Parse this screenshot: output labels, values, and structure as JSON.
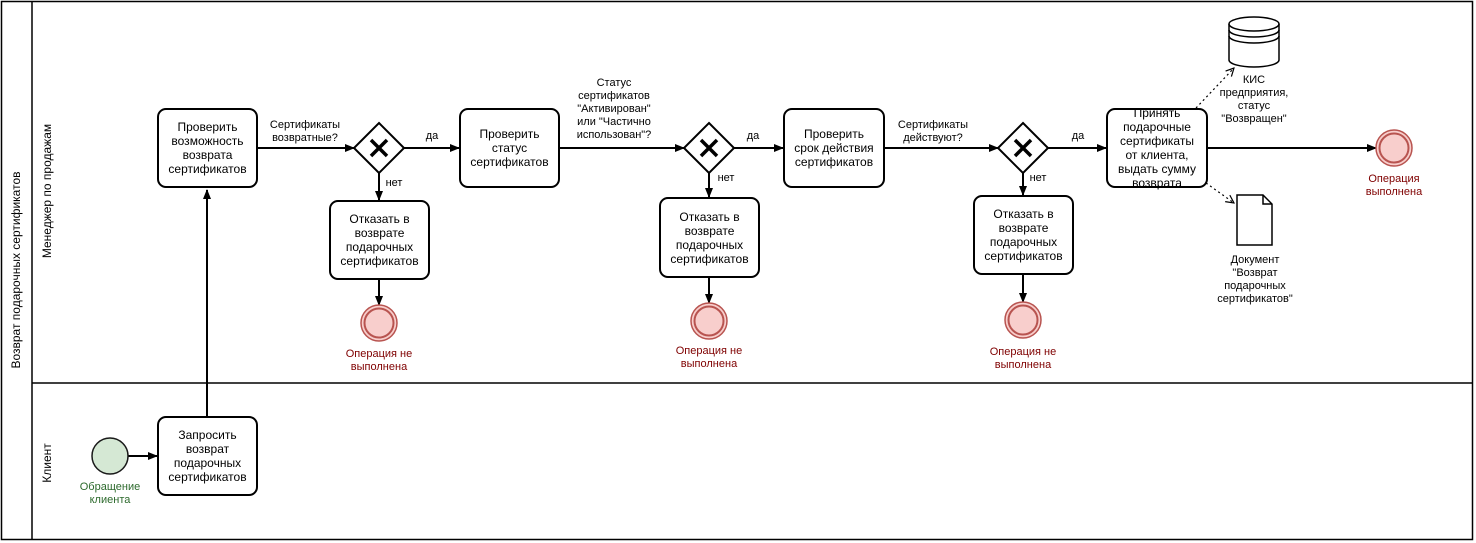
{
  "pool": {
    "label": "Возврат подарочных сертификатов"
  },
  "lanes": {
    "manager": "Менеджер по продажам",
    "client": "Клиент"
  },
  "tasks": {
    "check_possibility": "Проверить\nвозможность\nвозврата\nсертификатов",
    "check_status": "Проверить\nстатус\nсертификатов",
    "check_validity": "Проверить\nсрок действия\nсертификатов",
    "accept_certificates": "Принять\nподарочные\nсертификаты\nот клиента,\nвыдать сумму\nвозврата",
    "refuse_1": "Отказать в\nвозврате\nподарочных\nсертификатов",
    "refuse_2": "Отказать в\nвозврате\nподарочных\nсертификатов",
    "refuse_3": "Отказать в\nвозврате\nподарочных\nсертификатов",
    "request_return": "Запросить\nвозврат\nподарочных\nсертификатов"
  },
  "gateways": {
    "g1_question": "Сертификаты\nвозвратные?",
    "g2_question": "Статус\nсертификатов\n\"Активирован\"\nили \"Частично\nиспользован\"?",
    "g3_question": "Сертификаты\nдействуют?",
    "yes": "да",
    "no": "нет"
  },
  "events": {
    "start": "Обращение\nклиента",
    "end_fail": "Операция не\nвыполнена",
    "end_success": "Операция\nвыполнена"
  },
  "artifacts": {
    "database": "КИС\nпредприятия,\nстатус\n\"Возвращен\"",
    "document": "Документ\n\"Возврат\nподарочных\nсертификатов\""
  },
  "colors": {
    "line": "#000000",
    "start_fill": "#d5e8d4",
    "start_stroke": "#1a1a1a",
    "end_fill": "#f8cecc",
    "end_stroke": "#b85450",
    "end_label": "#7f0000",
    "start_label": "#2d6a2d"
  }
}
